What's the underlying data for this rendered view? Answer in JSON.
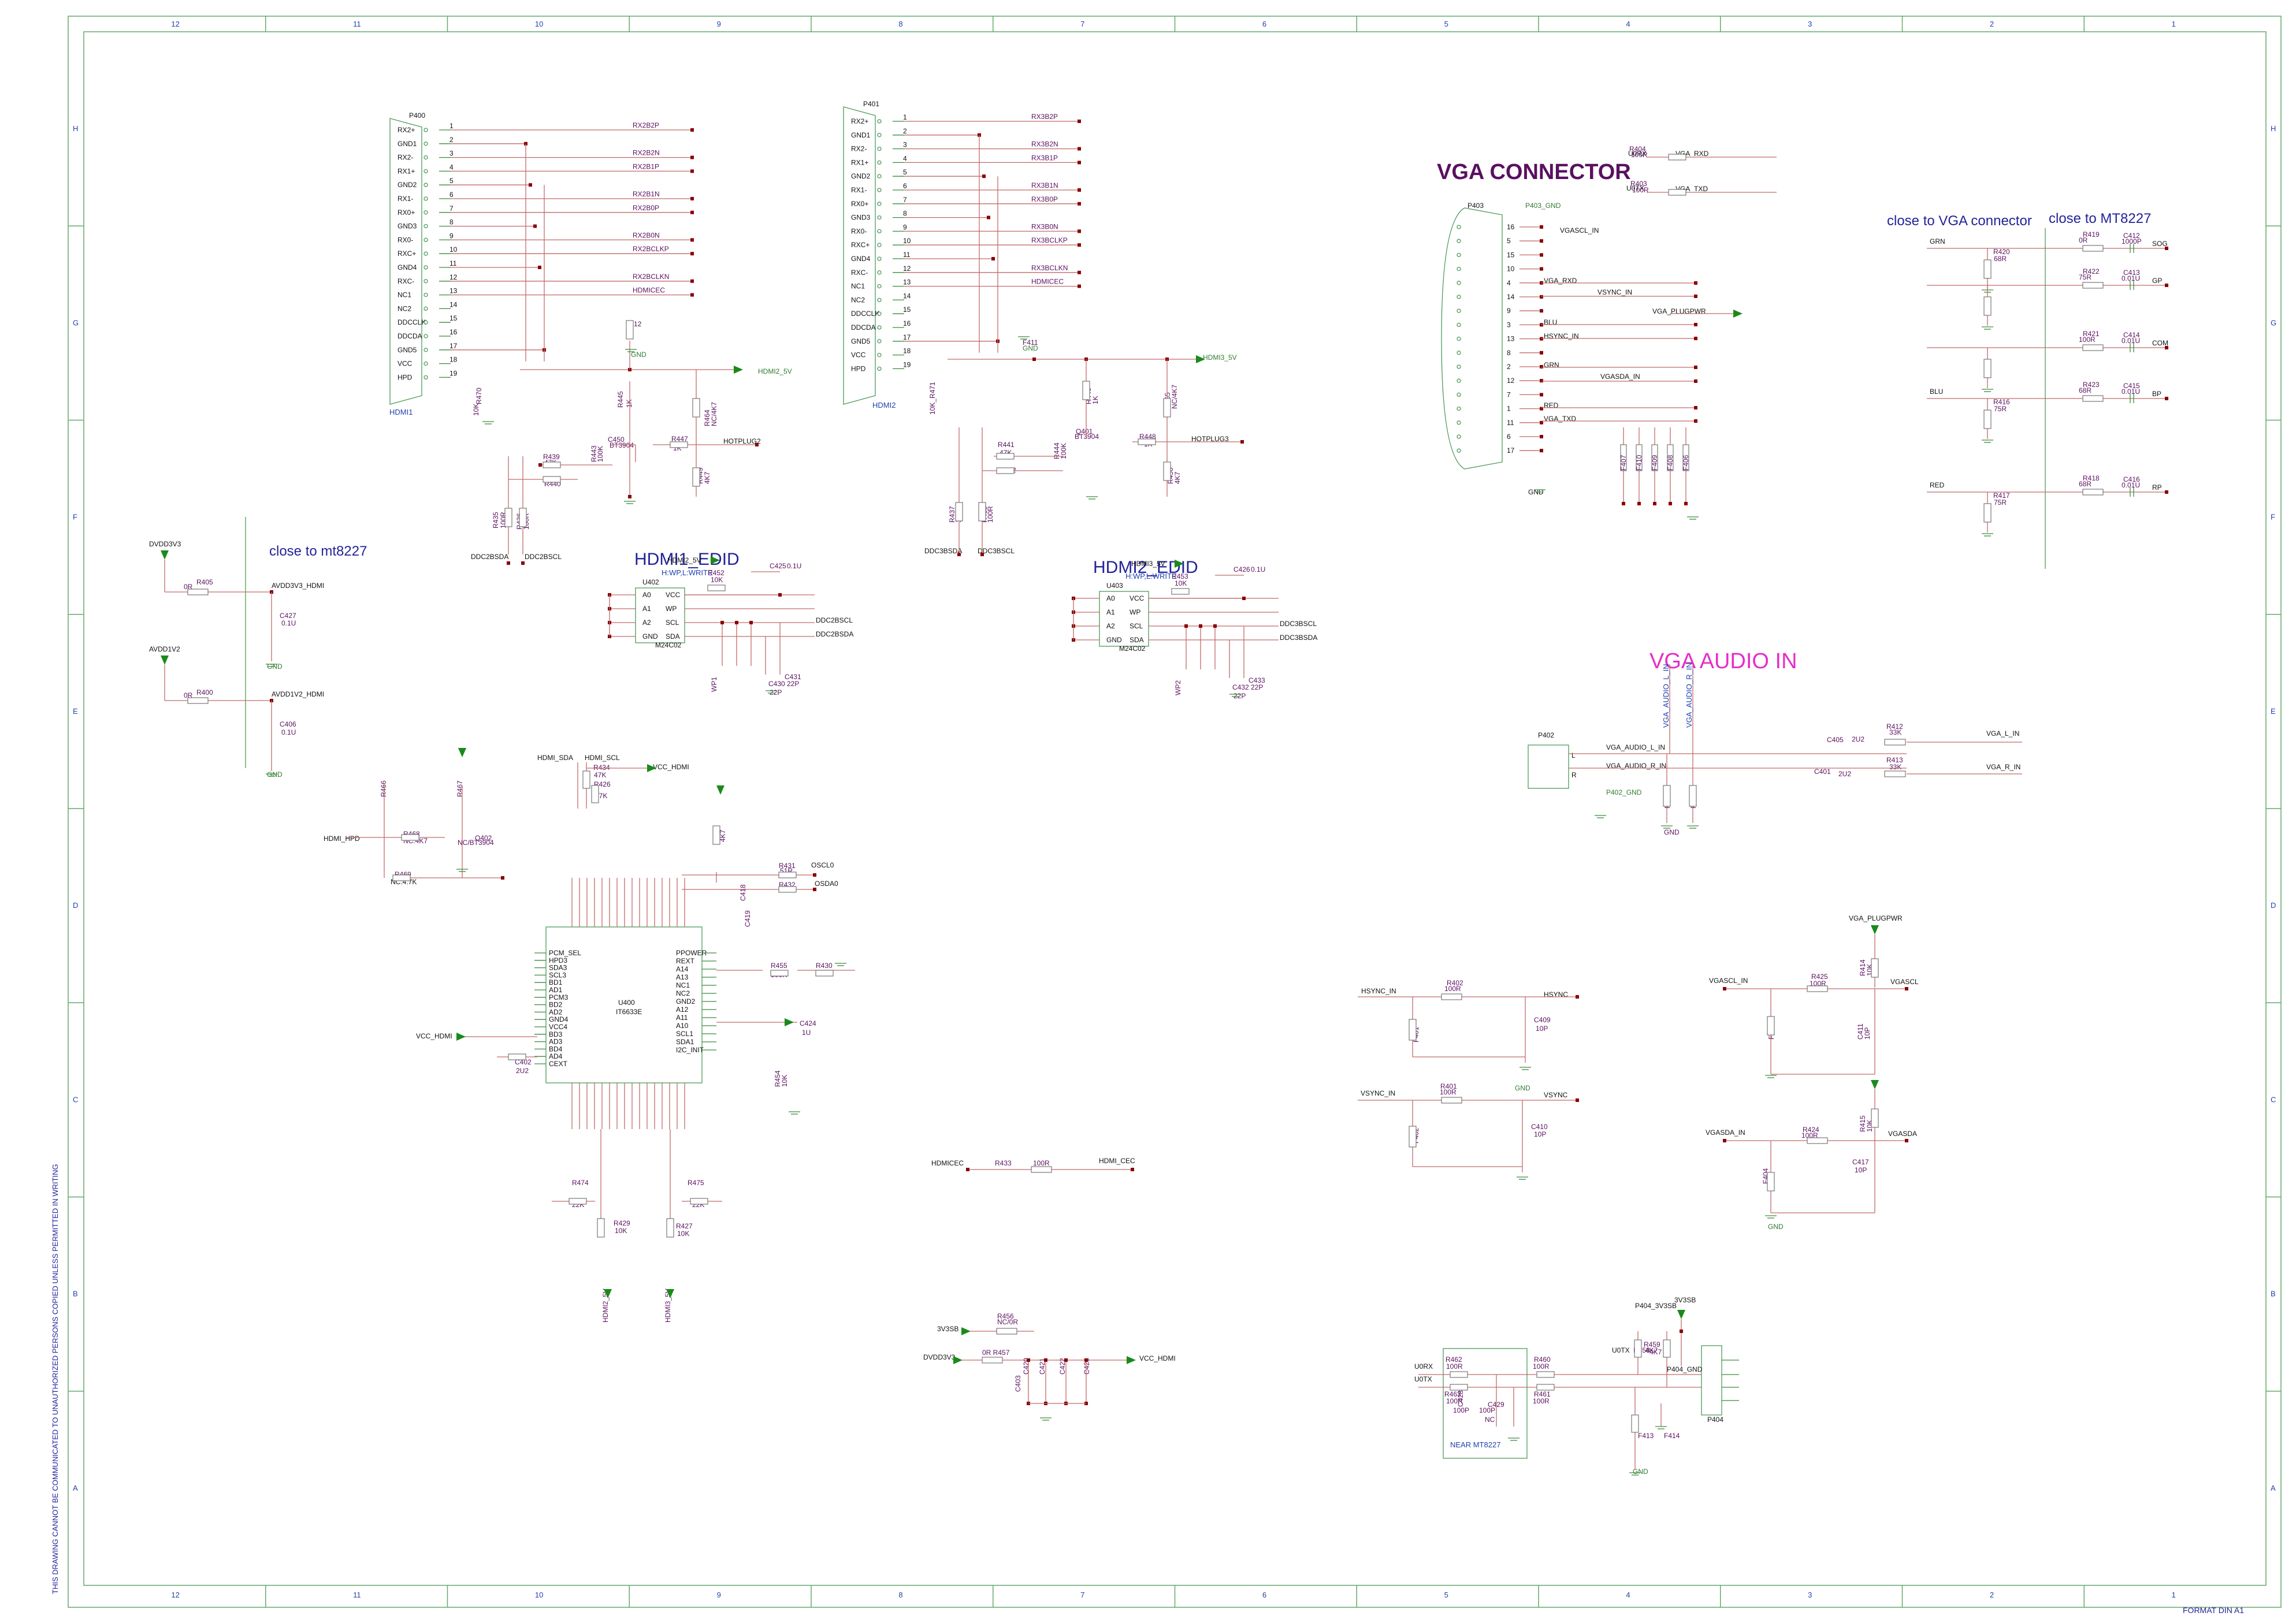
{
  "frame": {
    "columns": [
      "12",
      "11",
      "10",
      "9",
      "8",
      "7",
      "6",
      "5",
      "4",
      "3",
      "2",
      "1"
    ],
    "rows": [
      "H",
      "G",
      "F",
      "E",
      "D",
      "C",
      "B",
      "A"
    ],
    "format": "FORMAT DIN A1",
    "side_note": "THIS DRAWING CANNOT BE COMMUNICATED TO UNAUTHORIZED PERSONS COPIED UNLESS PERMITTED IN WRITING"
  },
  "headings": {
    "hdmi1_edid": "HDMI1_EDID",
    "hdmi2_edid": "HDMI2_EDID",
    "vga_connector": "VGA CONNECTOR",
    "vga_audio_in": "VGA AUDIO IN",
    "close_to_mt8227_left": "close to mt8227",
    "close_to_vga": "close to VGA connector",
    "close_to_mt8227_right": "close to MT8227"
  },
  "hdmi1": {
    "ref": "P400",
    "name": "HDMI1",
    "pins": [
      "RX2+",
      "GND1",
      "RX2-",
      "RX1+",
      "GND2",
      "RX1-",
      "RX0+",
      "GND3",
      "RX0-",
      "RXC+",
      "GND4",
      "RXC-",
      "NC1",
      "NC2",
      "DDCCLK",
      "DDCDA",
      "GND5",
      "VCC",
      "HPD"
    ],
    "nums": [
      "1",
      "2",
      "3",
      "4",
      "5",
      "6",
      "7",
      "8",
      "9",
      "10",
      "11",
      "12",
      "13",
      "14",
      "15",
      "16",
      "17",
      "18",
      "19"
    ],
    "nets": [
      "RX2B2P",
      "RX2B2N",
      "RX2B1P",
      "RX2B1N",
      "RX2B0P",
      "RX2B0N",
      "RX2BCLKP",
      "RX2BCLKN",
      "HDMICEC"
    ],
    "parts": [
      "F412",
      "GND",
      "HDMI2_5V",
      "R470",
      "10K",
      "R445",
      "1K",
      "R464",
      "NC/4K7",
      "R439",
      "47K",
      "R440",
      "R443",
      "100K",
      "C450",
      "BT3904",
      "R447",
      "1K",
      "HOTPLUG2",
      "R449",
      "4K7",
      "R435",
      "100R",
      "R436",
      "100R",
      "DDC2BSDA",
      "DDC2BSCL"
    ]
  },
  "hdmi2": {
    "ref": "P401",
    "name": "HDMI2",
    "pins": [
      "RX2+",
      "GND1",
      "RX2-",
      "RX1+",
      "GND2",
      "RX1-",
      "RX0+",
      "GND3",
      "RX0-",
      "RXC+",
      "GND4",
      "RXC-",
      "NC1",
      "NC2",
      "DDCCLK",
      "DDCDA",
      "GND5",
      "VCC",
      "HPD"
    ],
    "nums": [
      "1",
      "2",
      "3",
      "4",
      "5",
      "6",
      "7",
      "8",
      "9",
      "10",
      "11",
      "12",
      "13",
      "14",
      "15",
      "16",
      "17",
      "18",
      "19"
    ],
    "nets": [
      "RX3B2P",
      "RX3B2N",
      "RX3B1P",
      "RX3B1N",
      "RX3B0P",
      "RX3B0N",
      "RX3BCLKP",
      "RX3BCLKN",
      "HDMICEC"
    ],
    "parts": [
      "F411",
      "GND",
      "HDMI3_5V",
      "10K_R471",
      "R446",
      "1K",
      "R465",
      "NC/4K7",
      "R441",
      "47K",
      "R442",
      "R444",
      "100K",
      "Q401",
      "BT3904",
      "R448",
      "1K",
      "HOTPLUG3",
      "R450",
      "4K7",
      "R437",
      "100R",
      "R438",
      "100R",
      "DDC3BSDA",
      "DDC3BSCL"
    ]
  },
  "edid1": {
    "ref": "U402",
    "chip": "M24C02",
    "pins": [
      "A0",
      "A1",
      "A2",
      "GND",
      "VCC",
      "WP",
      "SCL",
      "SDA"
    ],
    "labels": [
      "HDMI2_5V",
      "H:WP,L:WRITE",
      "R452",
      "10K",
      "C425",
      "0.1U",
      "DDC2BSCL",
      "DDC2BSDA",
      "WP1",
      "C430",
      "22P",
      "C431",
      "22P"
    ]
  },
  "edid2": {
    "ref": "U403",
    "chip": "M24C02",
    "pins": [
      "A0",
      "A1",
      "A2",
      "GND",
      "VCC",
      "WP",
      "SCL",
      "SDA"
    ],
    "labels": [
      "HDMI3_5V",
      "H:WP,L:WRITE",
      "R453",
      "10K",
      "C426",
      "0.1U",
      "DDC3BSCL",
      "DDC3BSDA",
      "WP2",
      "C432",
      "22P",
      "C433",
      "22P"
    ]
  },
  "power_left": {
    "items": [
      "DVDD3V3",
      "R405",
      "0R",
      "AVDD3V3_HDMI",
      "C427",
      "0.1U",
      "GND",
      "AVDD1V2",
      "R400",
      "0R",
      "AVDD1V2_HDMI",
      "C406",
      "0.1U",
      "GND"
    ]
  },
  "it6633": {
    "ref": "U400",
    "chip": "IT6633E",
    "left_pins": [
      "PCM_SEL",
      "HPD3",
      "SDA3",
      "SCL3",
      "BD1",
      "AD1",
      "PCM3",
      "BD2",
      "AD2",
      "GND4",
      "VCC4",
      "BD3",
      "AD3",
      "BD4",
      "AD4",
      "CEXT"
    ],
    "right_pins": [
      "PPOWER",
      "REXT",
      "A14",
      "A13",
      "NC1",
      "NC2",
      "GND2",
      "A12",
      "A11",
      "A10",
      "SCL1",
      "SDA1",
      "I2C_INIT"
    ],
    "labels": [
      "HDMI_SDA",
      "HDMI_SCL",
      "R434",
      "47K",
      "R426",
      "47K",
      "VCC_HDMI",
      "R428",
      "4K7",
      "R431",
      "51R",
      "R432",
      "51R",
      "OSCL0",
      "OSDA0",
      "C418",
      "C419",
      "R455",
      "300R",
      "R430",
      "470R",
      "C424",
      "1U",
      "R454",
      "10K",
      "C402",
      "2U2",
      "R474",
      "22K",
      "R475",
      "22K",
      "R429",
      "10K",
      "R427",
      "10K",
      "HDMI2_5V",
      "HDMI3_5V",
      "VCC_HDMI",
      "HDMI_HPD",
      "R468",
      "NC:4K7",
      "Q402",
      "NC/BT3904",
      "R469",
      "NC:4.7K",
      "R466",
      "R467"
    ]
  },
  "vga": {
    "ref": "P403",
    "gnd": "P403_GND",
    "pins": [
      "16",
      "5",
      "15",
      "10",
      "4",
      "14",
      "9",
      "3",
      "13",
      "8",
      "2",
      "12",
      "7",
      "1",
      "11",
      "6",
      "17"
    ],
    "nets": [
      "VGASCL_IN",
      "VGA_RXD",
      "VSYNC_IN",
      "BLU",
      "HSYNC_IN",
      "GRN",
      "VGASDA_IN",
      "RED",
      "VGA_TXD",
      "VGA_PLUGPWR",
      "GND"
    ],
    "tops": [
      "U0RX",
      "R404",
      "100R",
      "VGA_RXD",
      "U0TX",
      "R403",
      "100R",
      "VGA_TXD"
    ],
    "filters": [
      "F407",
      "F410",
      "F409",
      "F408",
      "F406"
    ]
  },
  "rgb_terms": {
    "rows": [
      {
        "net": "GRN",
        "r1": "R419",
        "v1": "0R",
        "r2": "R420",
        "v2": "68R",
        "cap": "C412",
        "cv": "1000P",
        "out": "SOG"
      },
      {
        "net": "",
        "r1": "R422",
        "v1": "75R",
        "r2": "",
        "v2": "",
        "cap": "C413",
        "cv": "0.01U",
        "out": "GP"
      },
      {
        "net": "",
        "r1": "R421",
        "v1": "100R",
        "r2": "",
        "v2": "",
        "cap": "C414",
        "cv": "0.01U",
        "out": "COM"
      },
      {
        "net": "BLU",
        "r1": "R423",
        "v1": "68R",
        "r2": "R416",
        "v2": "75R",
        "cap": "C415",
        "cv": "0.01U",
        "out": "BP"
      },
      {
        "net": "RED",
        "r1": "R418",
        "v1": "68R",
        "r2": "R417",
        "v2": "75R",
        "cap": "C416",
        "cv": "0.01U",
        "out": "RP"
      }
    ]
  },
  "audio": {
    "ref": "P402",
    "gnd": "P402_GND",
    "labels": [
      "VGA_AUDIO_L_IN",
      "VGA_AUDIO_R_IN",
      "C405",
      "2U2",
      "R412",
      "33K",
      "VGA_L_IN",
      "C401",
      "2U2",
      "R413",
      "33K",
      "VGA_R_IN",
      "F405",
      "F403",
      "GND",
      "L",
      "R"
    ]
  },
  "sync": {
    "labels": [
      "HSYNC_IN",
      "R402",
      "100R",
      "HSYNC",
      "C409",
      "10P",
      "F401",
      "VSYNC_IN",
      "R401",
      "100R",
      "VSYNC",
      "C410",
      "10P",
      "F402",
      "GND"
    ]
  },
  "vga_ddc": {
    "labels": [
      "VGA_PLUGPWR",
      "R414",
      "10K",
      "VGASCL_IN",
      "R425",
      "100R",
      "VGASCL",
      "F402",
      "C411",
      "10P",
      "VGASDA_IN",
      "R424",
      "100R",
      "VGASDA",
      "R415",
      "10K",
      "F404",
      "C417",
      "10P",
      "GND"
    ]
  },
  "misc": {
    "labels": [
      "HDMICEC",
      "R433",
      "100R",
      "HDMI_CEC",
      "3V3SB",
      "R456",
      "NC/0R",
      "DVDD3V3",
      "0R R457",
      "C403",
      "C421",
      "C422",
      "C423",
      "C420",
      "VCC_HDMI"
    ]
  },
  "uart": {
    "labels": [
      "P404_3V3SB",
      "3V3SB",
      "U0RX",
      "U0TX",
      "R462",
      "100R",
      "R463",
      "100R",
      "C428",
      "100P",
      "C429",
      "100P",
      "NC",
      "R460",
      "100R",
      "R461",
      "100R",
      "U0TX",
      "R458",
      "4K7",
      "R459",
      "4K7",
      "P404_GND",
      "P404",
      "F413",
      "F414",
      "NEAR MT8227",
      "GND"
    ]
  }
}
